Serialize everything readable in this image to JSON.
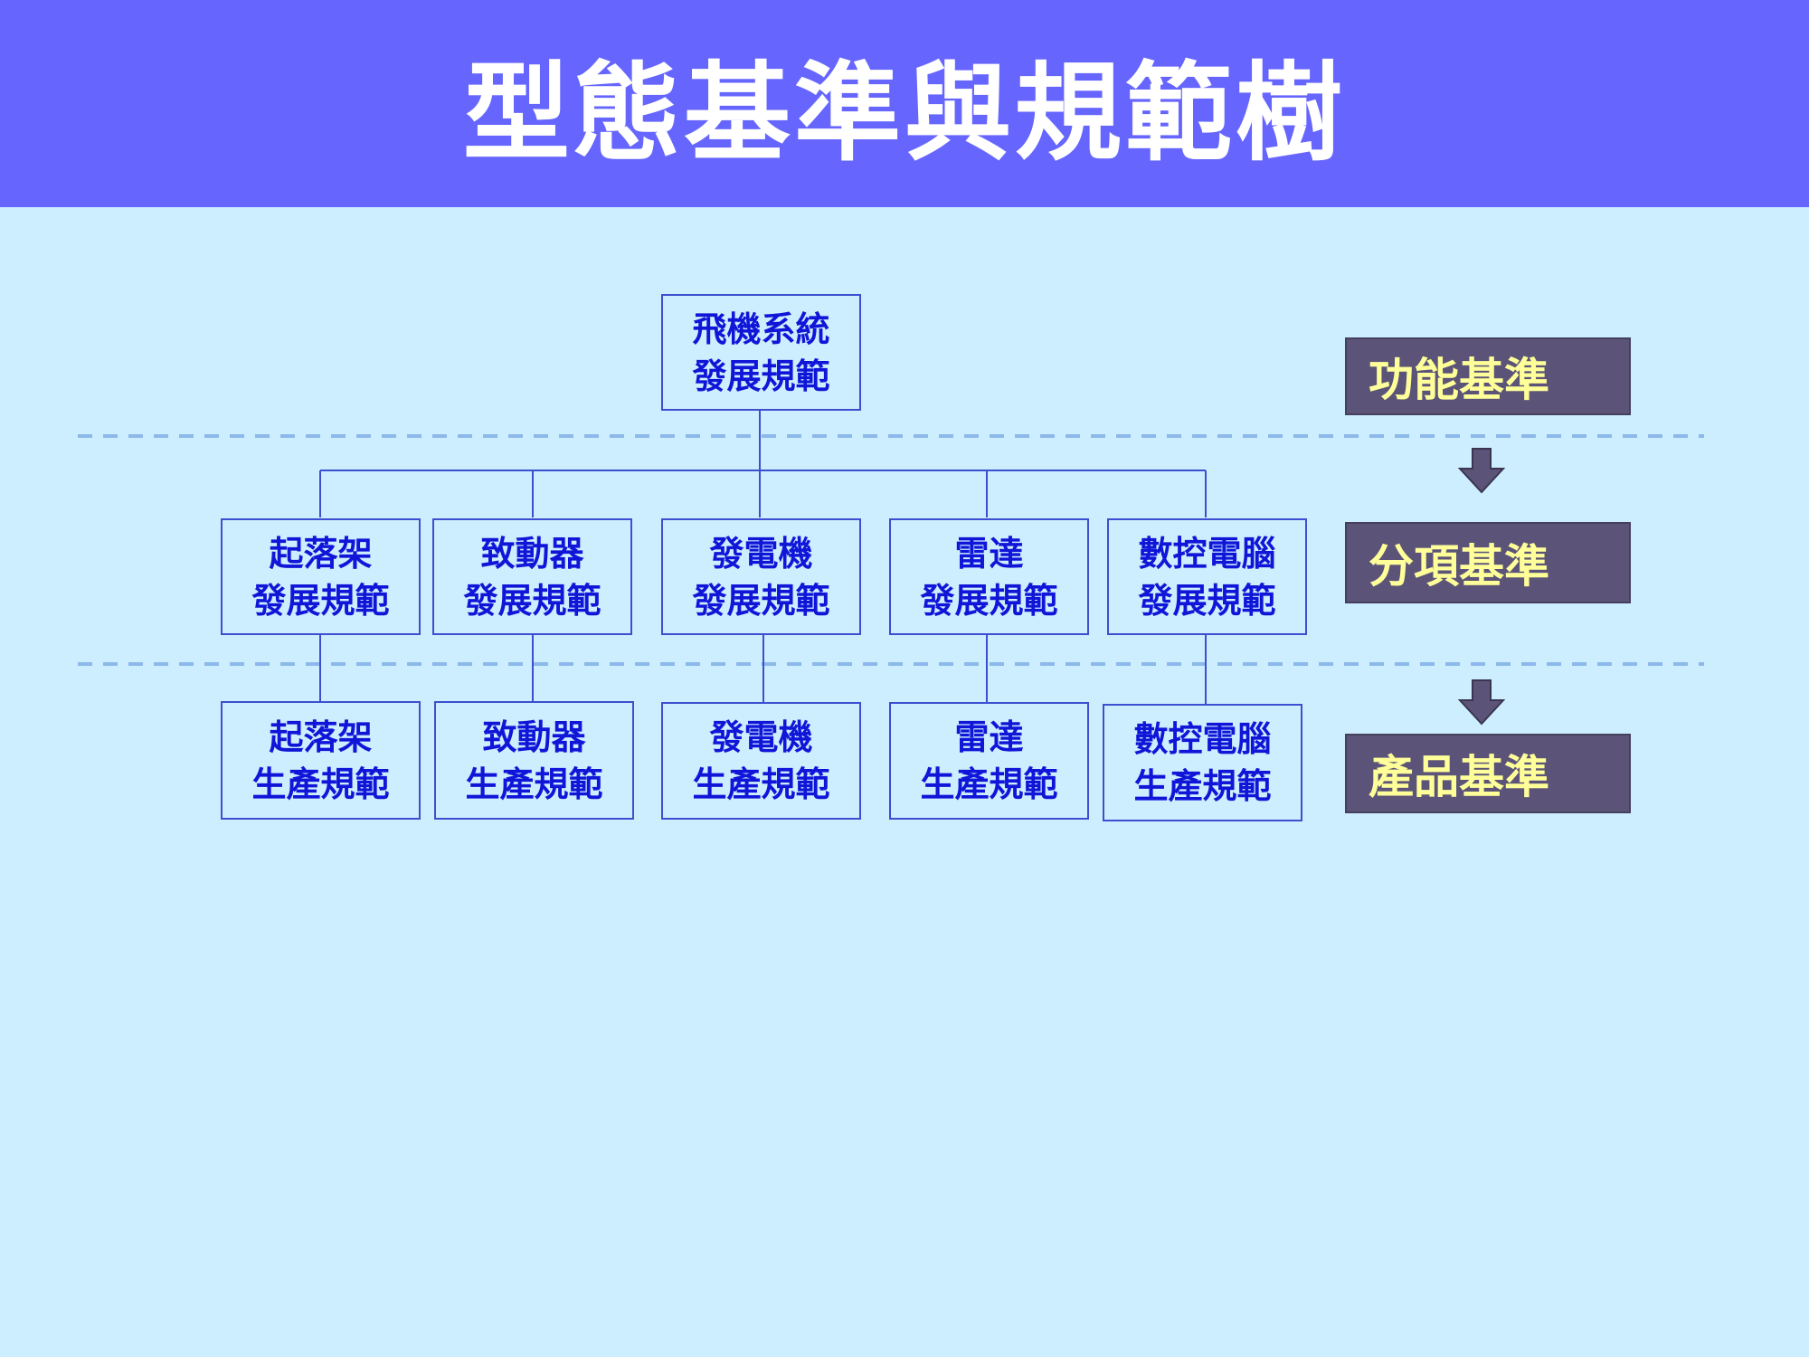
{
  "title": "型態基準與規範樹",
  "colors": {
    "header_bg": "#6666ff",
    "page_bg": "#cdeefe",
    "node_border": "#3b4fd0",
    "node_text": "#0f16d8",
    "level_bg": "#5b5478",
    "level_text": "#ffff99",
    "divider": "#8db8ea",
    "arrow": "#5b5478"
  },
  "root": {
    "line1": "飛機系統",
    "line2": "發展規範"
  },
  "development_specs": [
    {
      "line1": "起落架",
      "line2": "發展規範"
    },
    {
      "line1": "致動器",
      "line2": "發展規範"
    },
    {
      "line1": "發電機",
      "line2": "發展規範"
    },
    {
      "line1": "雷達",
      "line2": "發展規範"
    },
    {
      "line1": "數控電腦",
      "line2": "發展規範"
    }
  ],
  "production_specs": [
    {
      "line1": "起落架",
      "line2": "生產規範"
    },
    {
      "line1": "致動器",
      "line2": "生產規範"
    },
    {
      "line1": "發電機",
      "line2": "生產規範"
    },
    {
      "line1": "雷達",
      "line2": "生產規範"
    },
    {
      "line1": "數控電腦",
      "line2": "生產規範"
    }
  ],
  "baselines": [
    {
      "label": "功能基準"
    },
    {
      "label": "分項基準"
    },
    {
      "label": "產品基準"
    }
  ]
}
